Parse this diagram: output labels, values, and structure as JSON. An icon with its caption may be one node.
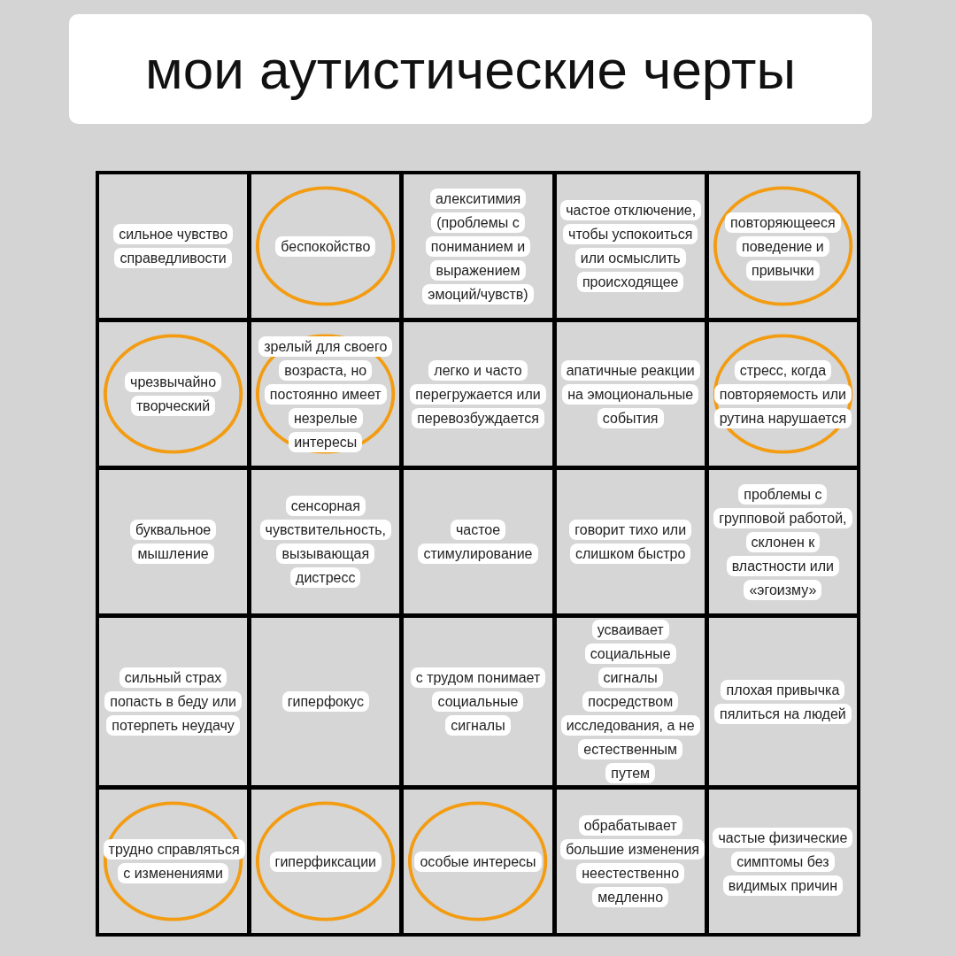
{
  "diagram": {
    "title": "мои аутистические черты",
    "nodes": [
      {
        "text": [
          "сильное чувство справедливости"
        ]
      },
      {
        "text": [
          "беспокойство"
        ]
      },
      {
        "text": [
          "алекситимия (проблемы с пониманием и выражением эмоций/чувств)"
        ]
      },
      {
        "text": [
          "частое отключение, чтобы успокоиться или осмыслить происходящее"
        ]
      },
      {
        "text": [
          "повторяющееся поведение и привычки"
        ]
      },
      {
        "text": [
          "чрезвычайно творческий"
        ]
      },
      {
        "text": [
          "зрелый для своего возраста, но постоянно имеет незрелые интересы"
        ]
      },
      {
        "text": [
          "легко и часто перегружается или перевозбуждается"
        ]
      },
      {
        "text": [
          "апатичные реакции на эмоциональные события"
        ]
      },
      {
        "text": [
          "стресс, когда повторяемость или рутина нарушается"
        ]
      },
      {
        "text": [
          "буквальное мышление"
        ]
      },
      {
        "text": [
          "сенсорная чувствительность, вызывающая дистресс"
        ]
      },
      {
        "text": [
          "частое стимулирование"
        ]
      },
      {
        "text": [
          "говорит тихо или слишком быстро"
        ]
      },
      {
        "text": [
          "проблемы с групповой работой, склонен к властности или «эгоизму»"
        ]
      },
      {
        "text": [
          "сильный страх попасть в беду или потерпеть неудачу"
        ]
      },
      {
        "text": [
          "гиперфокус"
        ]
      },
      {
        "text": [
          "с трудом понимает социальные сигналы"
        ]
      },
      {
        "text": [
          "усваивает социальные сигналы посредством исследования, а не естественным путем"
        ]
      },
      {
        "text": [
          "плохая привычка пялиться на людей"
        ]
      },
      {
        "text": [
          "трудно справляться с изменениями"
        ]
      },
      {
        "text": [
          "гиперфиксации"
        ]
      },
      {
        "text": [
          "особые интересы"
        ]
      },
      {
        "text": [
          "обрабатывает большие изменения неестественно медленно"
        ]
      },
      {
        "text": [
          "частые физические симптомы без видимых причин"
        ]
      }
    ]
  }
}
